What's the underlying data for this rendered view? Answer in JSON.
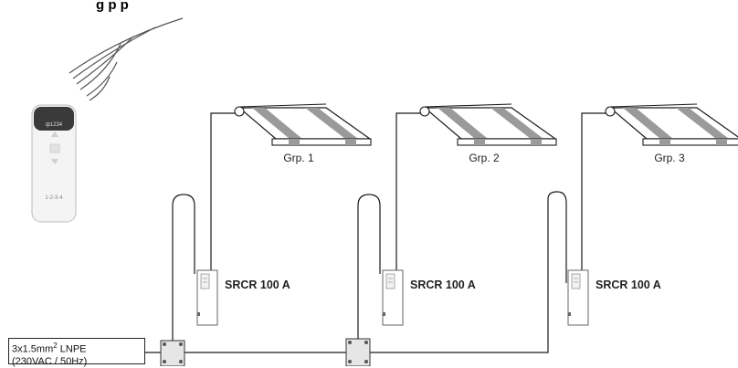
{
  "title_fragment": "g     p        p",
  "remote": {
    "icon": "remote-control-icon",
    "keys_label": "1-2-3-4",
    "screen_label": "ф1234"
  },
  "signal": {
    "icon": "radio-waves-icon"
  },
  "groups": [
    {
      "label": "Grp. 1",
      "controller": "SRCR 100 A"
    },
    {
      "label": "Grp. 2",
      "controller": "SRCR 100 A"
    },
    {
      "label": "Grp. 3",
      "controller": "SRCR 100 A"
    }
  ],
  "cable": {
    "line1_main": "3x1.5mm",
    "line1_sup": "2",
    "line1_suffix": " LNPE",
    "line2": "(230VAC / 50Hz)"
  },
  "colors": {
    "line": "#1a1a1a",
    "awning_stripe": "#9a9a9a",
    "box_fill": "#e6e6e6"
  }
}
